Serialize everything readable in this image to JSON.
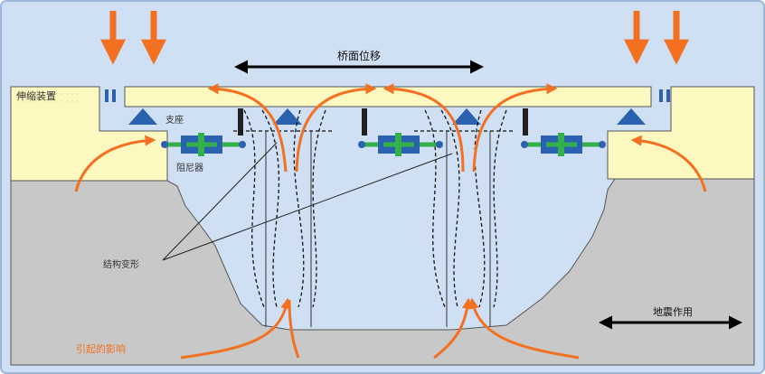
{
  "labels": {
    "bridge_displacement": "桥面位移",
    "expansion_joint": "伸缩装置",
    "bearing": "支座",
    "damper": "阻尼器",
    "structural_deformation": "结构变形",
    "seismic_action": "地震作用",
    "induced_effects": "引起的影响"
  },
  "colors": {
    "background": "#cfe0f5",
    "ground": "#c8c8c8",
    "deck": "#fdf7c0",
    "arrow_orange": "#f37021",
    "bearing_blue": "#2a62b0",
    "damper_green": "#33b04a",
    "outline": "#333333"
  },
  "icons": [
    "down-arrow-icon",
    "double-headed-arrow-icon",
    "triangle-bearing-icon",
    "damper-icon",
    "curved-arrow-icon"
  ]
}
